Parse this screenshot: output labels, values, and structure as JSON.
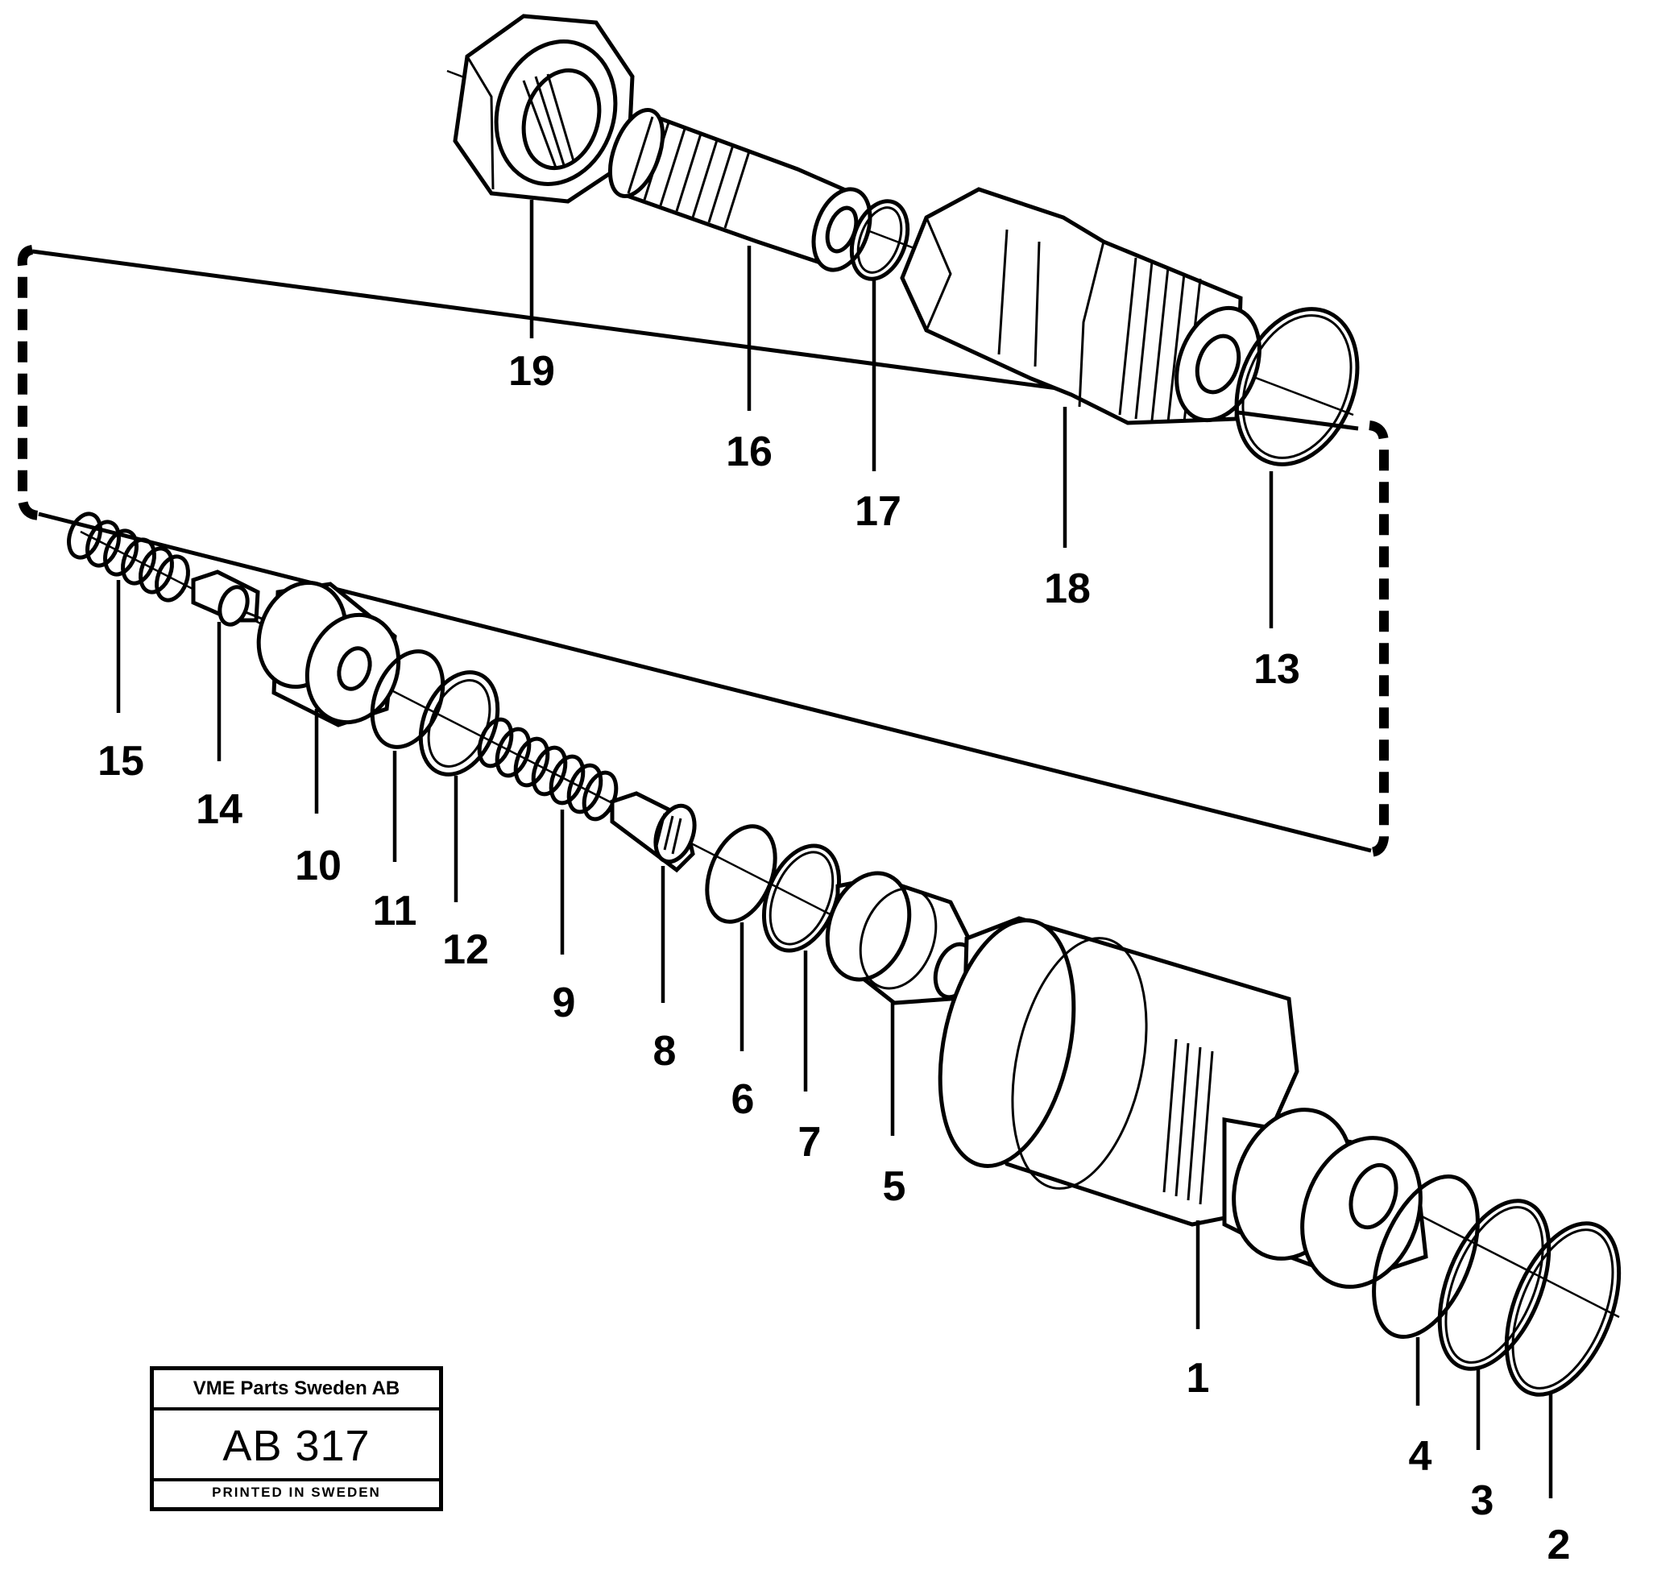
{
  "diagram": {
    "part_numbers": [
      "1",
      "2",
      "3",
      "4",
      "5",
      "6",
      "7",
      "8",
      "9",
      "10",
      "11",
      "12",
      "13",
      "14",
      "15",
      "16",
      "17",
      "18",
      "19"
    ]
  },
  "title_block": {
    "company": "VME Parts Sweden AB",
    "code": "AB 317",
    "printed": "PRINTED IN SWEDEN"
  }
}
